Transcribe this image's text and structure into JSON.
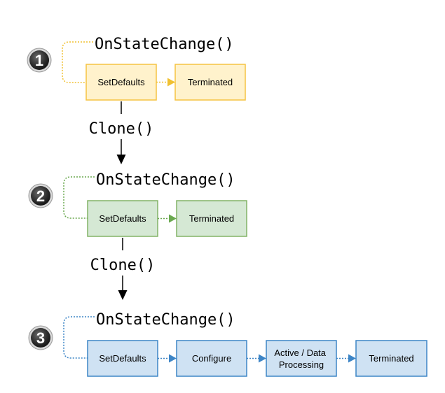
{
  "stages": [
    {
      "number": "1",
      "callback": "OnStateChange()",
      "states": [
        "SetDefaults",
        "Terminated"
      ],
      "fill": "#fff2cc",
      "stroke": "#f5c342",
      "connector": "#f0c030"
    },
    {
      "number": "2",
      "callback": "OnStateChange()",
      "states": [
        "SetDefaults",
        "Terminated"
      ],
      "fill": "#d5e8d4",
      "stroke": "#82b366",
      "connector": "#6aa84f"
    },
    {
      "number": "3",
      "callback": "OnStateChange()",
      "states": [
        "SetDefaults",
        "Configure",
        [
          "Active / Data",
          "Processing"
        ],
        "Terminated"
      ],
      "fill": "#cfe2f3",
      "stroke": "#3d85c6",
      "connector": "#3d85c6"
    }
  ],
  "transitions": [
    {
      "label": "Clone()"
    },
    {
      "label": "Clone()"
    }
  ]
}
